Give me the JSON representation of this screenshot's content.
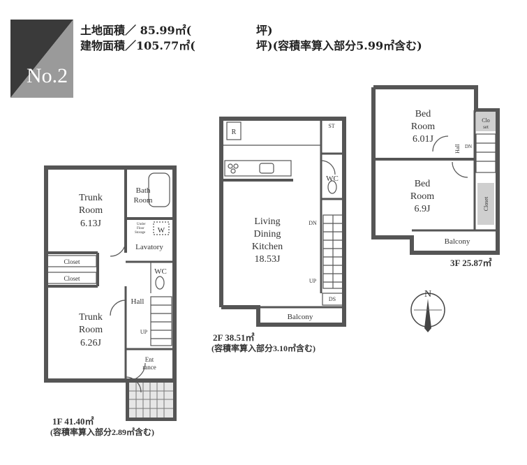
{
  "badge": {
    "number": "No.2",
    "colors": {
      "dark": "#3a3a3a",
      "light": "#9a9a9a"
    }
  },
  "header": {
    "land_area_label": "土地面積／ 85.99㎡(",
    "land_area_unit": "坪)",
    "building_area_label": "建物面積／105.77㎡(",
    "building_area_unit": "坪)(容積率算入部分5.99㎡含む)"
  },
  "floor1": {
    "rooms": {
      "trunk1_a": "Trunk",
      "trunk1_b": "Room",
      "trunk1_c": "6.13J",
      "bath_a": "Bath",
      "bath_b": "Room",
      "underfloor_a": "Under",
      "underfloor_b": "Floor",
      "underfloor_c": "Storage",
      "washer": "W",
      "lavatory": "Lavatory",
      "closet1": "Closet",
      "closet2": "Closet",
      "wc": "WC",
      "hall": "Hall",
      "up": "UP",
      "trunk2_a": "Trunk",
      "trunk2_b": "Room",
      "trunk2_c": "6.26J",
      "entrance_a": "Ent",
      "entrance_b": "rance"
    },
    "area": "1F 41.40㎡",
    "note": "(容積率算入部分2.89㎡含む)"
  },
  "floor2": {
    "rooms": {
      "fridge": "R",
      "st": "ST",
      "wc": "WC",
      "ldk_a": "Living",
      "ldk_b": "Dining",
      "ldk_c": "Kitchen",
      "ldk_d": "18.53J",
      "dn": "DN",
      "up": "UP",
      "ds": "DS",
      "balcony": "Balcony"
    },
    "area": "2F 38.51㎡",
    "note": "(容積率算入部分3.10㎡含む)"
  },
  "floor3": {
    "rooms": {
      "bed1_a": "Bed",
      "bed1_b": "Room",
      "bed1_c": "6.01J",
      "bed2_a": "Bed",
      "bed2_b": "Room",
      "bed2_c": "6.9J",
      "clo_a": "Clo",
      "clo_b": "set",
      "hall": "Hall",
      "dn": "DN",
      "closet": "Closet",
      "balcony": "Balcony"
    },
    "area": "3F 25.87㎡"
  },
  "compass": {
    "label": "N"
  }
}
